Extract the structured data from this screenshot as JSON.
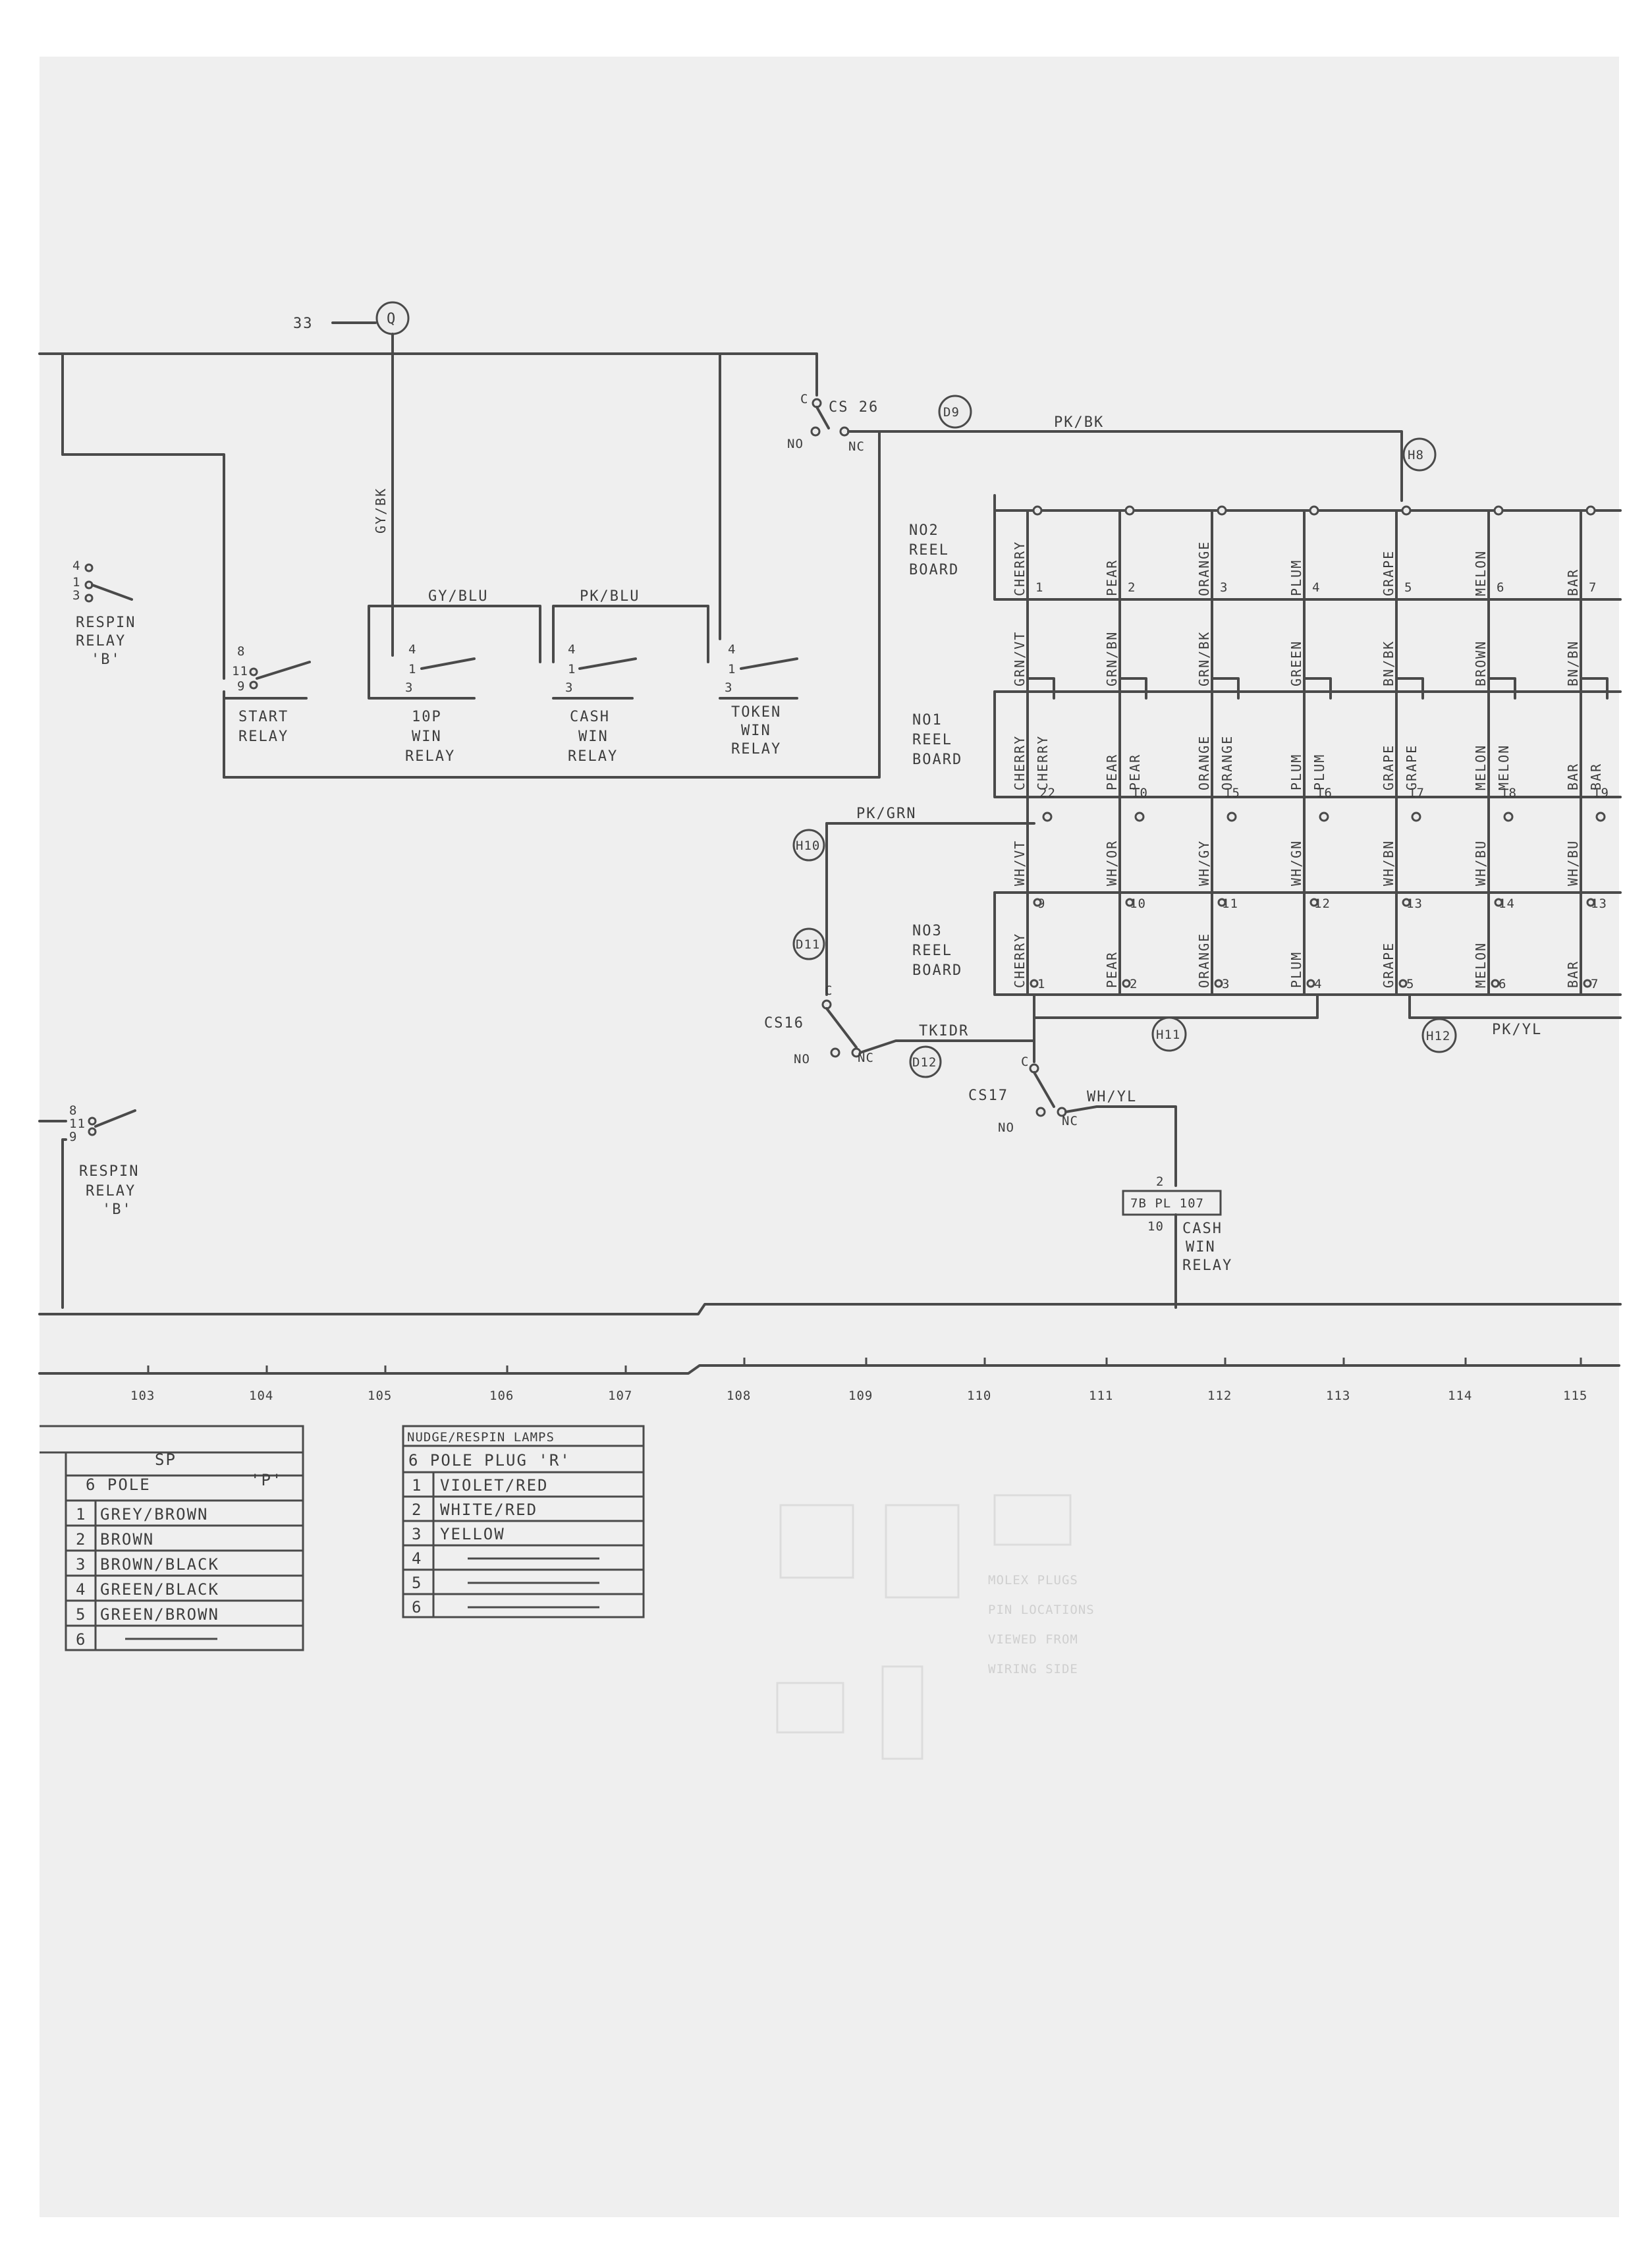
{
  "diagram": {
    "top_connector": {
      "ref": "33",
      "label": "Q"
    },
    "switch_cs26": {
      "name": "CS 26",
      "c": "C",
      "no": "NO",
      "nc": "NC"
    },
    "wire_labels": {
      "pk_bk": "PK/BK",
      "gy_bk": "GY/BK",
      "gy_blu": "GY/BLU",
      "pk_blu": "PK/BLU",
      "pk_grn": "PK/GRN",
      "pk_yl": "PK/YL",
      "wh_yl": "WH/YL",
      "tk_idr": "TKIDR"
    },
    "relays": [
      {
        "lines": [
          "RESPIN",
          "RELAY",
          "'B'"
        ],
        "pins": [
          "4",
          "1",
          "3"
        ]
      },
      {
        "lines": [
          "START",
          "RELAY"
        ],
        "pins": [
          "8",
          "11",
          "9"
        ]
      },
      {
        "lines": [
          "10P",
          "WIN",
          "RELAY"
        ],
        "pins": [
          "4",
          "1",
          "3"
        ]
      },
      {
        "lines": [
          "CASH",
          "WIN",
          "RELAY"
        ],
        "pins": [
          "4",
          "1",
          "3"
        ]
      },
      {
        "lines": [
          "TOKEN",
          "WIN",
          "RELAY"
        ],
        "pins": [
          "4",
          "1",
          "3"
        ]
      },
      {
        "lines": [
          "RESPIN",
          "RELAY",
          "'B'"
        ],
        "pins": [
          "8",
          "11",
          "9"
        ]
      }
    ],
    "reel_boards": {
      "no2": {
        "lines": [
          "NO2",
          "REEL",
          "BOARD"
        ]
      },
      "no1": {
        "lines": [
          "NO1",
          "REEL",
          "BOARD"
        ]
      },
      "no3": {
        "lines": [
          "NO3",
          "REEL",
          "BOARD"
        ]
      },
      "symbols_top": [
        "CHERRY",
        "PEAR",
        "ORANGE",
        "PLUM",
        "GRAPE",
        "MELON",
        "BAR"
      ],
      "pins_top": [
        "1",
        "2",
        "3",
        "4",
        "5",
        "6",
        "7"
      ],
      "wires_mid": [
        "GRN/VT",
        "GRN/BN",
        "GRN/BK",
        "GREEN",
        "BN/BK",
        "BROWN",
        "BN/BN"
      ],
      "symbols_no1_a": [
        "CHERRY",
        "PEAR",
        "ORANGE",
        "PLUM",
        "GRAPE",
        "MELON",
        "BAR"
      ],
      "symbols_no1_b": [
        "CHERRY",
        "PEAR",
        "ORANGE",
        "PLUM",
        "GRAPE",
        "MELON",
        "BAR"
      ],
      "pins_no1": [
        "22",
        "10",
        "15",
        "16",
        "17",
        "18",
        "19"
      ],
      "wires_low": [
        "WH/VT",
        "WH/OR",
        "WH/GY",
        "WH/GN",
        "WH/BN",
        "WH/BU",
        "WH/BU"
      ],
      "pins_no3_top": [
        "9",
        "10",
        "11",
        "12",
        "13",
        "14",
        "13"
      ],
      "symbols_no3": [
        "CHERRY",
        "PEAR",
        "ORANGE",
        "PLUM",
        "GRAPE",
        "MELON",
        "BAR"
      ],
      "pins_no3_bottom": [
        "1",
        "2",
        "3",
        "4",
        "5",
        "6",
        "7"
      ]
    },
    "nodes": [
      "D9",
      "H8",
      "H10",
      "D11",
      "D12",
      "H11",
      "H12"
    ],
    "switch_cs16": {
      "name": "CS16",
      "c": "C",
      "no": "NO",
      "nc": "NC"
    },
    "switch_cs17": {
      "name": "CS17",
      "c": "C",
      "no": "NO",
      "nc": "NC"
    },
    "plug_box": {
      "text": "7B PL 107",
      "pin_top": "2",
      "pin_bottom": "10"
    },
    "cash_win_relay_2": [
      "CASH",
      "WIN",
      "RELAY"
    ],
    "ruler_numbers": [
      "103",
      "104",
      "105",
      "106",
      "107",
      "108",
      "109",
      "110",
      "111",
      "112",
      "113",
      "114",
      "115"
    ]
  },
  "table_sp": {
    "title": "SP",
    "subtitle": "6 POLE",
    "plug": "'P'",
    "rows": [
      {
        "n": "1",
        "v": "GREY/BROWN"
      },
      {
        "n": "2",
        "v": "BROWN"
      },
      {
        "n": "3",
        "v": "BROWN/BLACK"
      },
      {
        "n": "4",
        "v": "GREEN/BLACK"
      },
      {
        "n": "5",
        "v": "GREEN/BROWN"
      },
      {
        "n": "6",
        "v": ""
      }
    ]
  },
  "table_nudge": {
    "title": "NUDGE/RESPIN LAMPS",
    "subtitle": "6 POLE PLUG 'R'",
    "rows": [
      {
        "n": "1",
        "v": "VIOLET/RED"
      },
      {
        "n": "2",
        "v": "WHITE/RED"
      },
      {
        "n": "3",
        "v": "YELLOW"
      },
      {
        "n": "4",
        "v": ""
      },
      {
        "n": "5",
        "v": ""
      },
      {
        "n": "6",
        "v": ""
      }
    ]
  },
  "faint_note": [
    "MOLEX PLUGS",
    "PIN LOCATIONS",
    "VIEWED FROM",
    "WIRING SIDE"
  ]
}
